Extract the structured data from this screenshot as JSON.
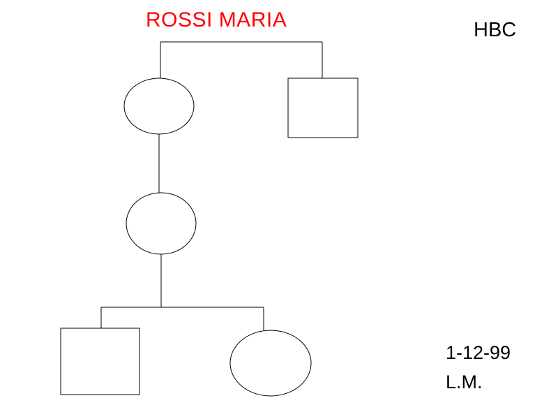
{
  "header": {
    "title": "ROSSI MARIA",
    "title_color": "#FF0000",
    "code": "HBC"
  },
  "footer": {
    "date": "1-12-99",
    "initials": "L.M."
  },
  "diagram": {
    "type": "genogram",
    "nodes": [
      {
        "id": "gen1-female",
        "shape": "circle",
        "gender": "female",
        "generation": 1
      },
      {
        "id": "gen1-male",
        "shape": "square",
        "gender": "male",
        "generation": 1
      },
      {
        "id": "gen2-female",
        "shape": "circle",
        "gender": "female",
        "generation": 2
      },
      {
        "id": "gen3-male",
        "shape": "square",
        "gender": "male",
        "generation": 3
      },
      {
        "id": "gen3-female",
        "shape": "circle",
        "gender": "female",
        "generation": 3
      }
    ],
    "edges": [
      {
        "from": "gen1-female",
        "to": "gen1-male",
        "type": "partnership"
      },
      {
        "from": "gen1-female",
        "to": "gen2-female",
        "type": "parent-child"
      },
      {
        "from": "gen2-female",
        "to": "gen3-male",
        "type": "parent-child"
      },
      {
        "from": "gen2-female",
        "to": "gen3-female",
        "type": "parent-child"
      }
    ]
  }
}
